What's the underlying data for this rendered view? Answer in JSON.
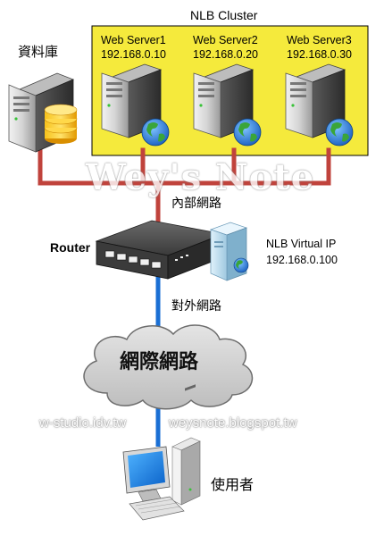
{
  "cluster": {
    "title": "NLB Cluster",
    "fill_color": "#f5ea3c",
    "servers": [
      {
        "name": "Web Server1",
        "ip": "192.168.0.10"
      },
      {
        "name": "Web Server2",
        "ip": "192.168.0.20"
      },
      {
        "name": "Web Server3",
        "ip": "192.168.0.30"
      }
    ]
  },
  "database": {
    "label": "資料庫"
  },
  "internal_network": {
    "label": "內部網路",
    "line_color": "#c0433c"
  },
  "router": {
    "label": "Router"
  },
  "virtual_ip": {
    "title": "NLB Virtual IP",
    "ip": "192.168.0.100"
  },
  "external_network": {
    "label": "對外網路",
    "line_color": "#1a6fd4"
  },
  "internet": {
    "label": "網際網路"
  },
  "user": {
    "label": "使用者"
  },
  "watermark": {
    "text": "Wey's Note",
    "left_url": "w-studio.idv.tw",
    "right_url": "weysnote.blogspot.tw"
  }
}
